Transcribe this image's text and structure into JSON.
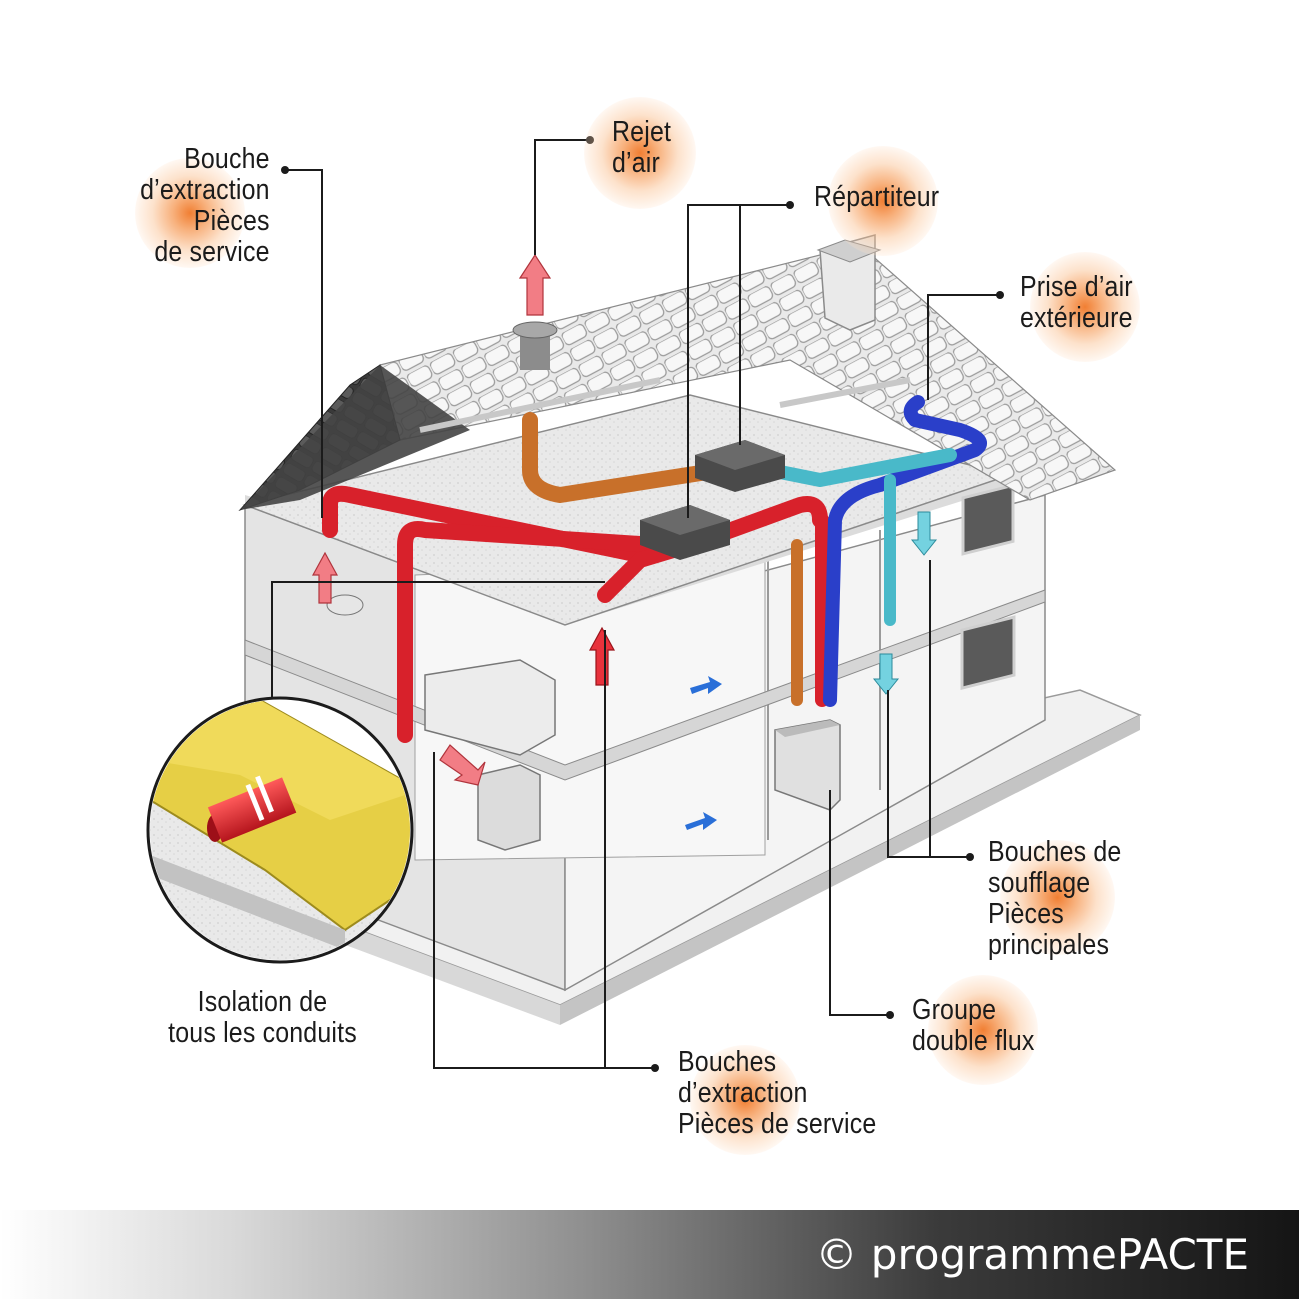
{
  "labels": {
    "bouche_extraction_top": [
      "Bouche",
      "d’extraction",
      "Pièces",
      "de service"
    ],
    "rejet_air": [
      "Rejet",
      "d’air"
    ],
    "repartiteur": [
      "Répartiteur"
    ],
    "prise_air": [
      "Prise d’air",
      "extérieure"
    ],
    "bouches_soufflage": [
      "Bouches de",
      "soufflage",
      "Pièces",
      "principales"
    ],
    "groupe_double_flux": [
      "Groupe",
      "double flux"
    ],
    "bouches_extraction_bottom": [
      "Bouches",
      "d’extraction",
      "Pièces de service"
    ],
    "isolation": [
      "Isolation de",
      "tous les conduits"
    ]
  },
  "footer": {
    "copyright": "© programmePACTE"
  },
  "colors": {
    "extract_duct": "#d8212b",
    "reject_duct": "#c8702a",
    "fresh_air_duct": "#2a3fc9",
    "supply_duct": "#49b9c9",
    "accent_glow": "#f07828",
    "leader_line": "#1b1b1b"
  }
}
